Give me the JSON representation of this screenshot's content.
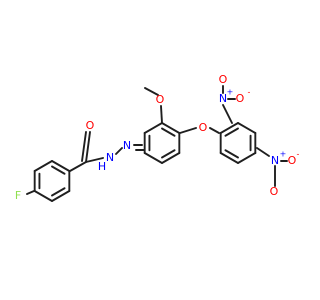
{
  "colors": {
    "bond": "#1f1f1f",
    "oxygen": "#ff0000",
    "nitrogen": "#0000ff",
    "fluorine": "#90e050",
    "background": "#ffffff"
  },
  "labels": {
    "fluorine": "F",
    "carbonyl_oxygen": "O",
    "amide_nitrogen": "N",
    "amide_hydrogen": "H",
    "imine_nitrogen": "N",
    "methoxy_oxygen": "O",
    "ether_oxygen": "O",
    "nitro_1": {
      "nitrogen": "N",
      "oxygen_a": "O",
      "oxygen_b": "O",
      "positive": "+",
      "negative": "-"
    },
    "nitro_2": {
      "nitrogen": "N",
      "oxygen_a": "O",
      "oxygen_b": "O",
      "positive": "+",
      "negative": "-"
    }
  }
}
